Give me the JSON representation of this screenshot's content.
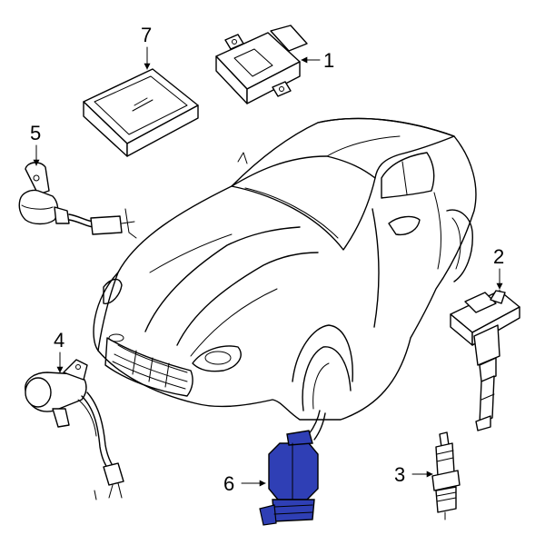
{
  "diagram": {
    "highlight_color": "#2f3fb5",
    "line_color": "#000000",
    "callouts": [
      {
        "id": "1",
        "label": "1"
      },
      {
        "id": "2",
        "label": "2"
      },
      {
        "id": "3",
        "label": "3"
      },
      {
        "id": "4",
        "label": "4"
      },
      {
        "id": "5",
        "label": "5"
      },
      {
        "id": "6",
        "label": "6"
      },
      {
        "id": "7",
        "label": "7"
      }
    ]
  }
}
